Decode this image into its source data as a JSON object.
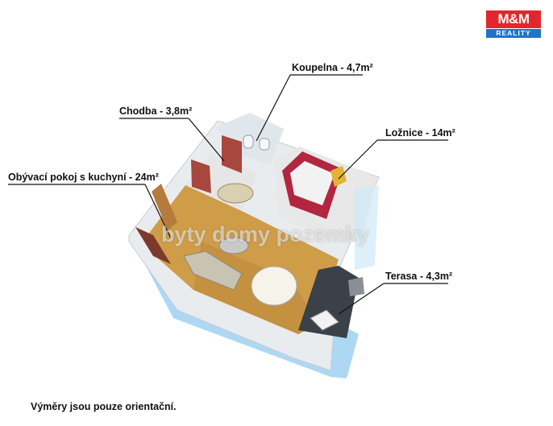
{
  "logo": {
    "brand": "M&M",
    "sub": "REALITY"
  },
  "rooms": {
    "koupelna": "Koupelna - 4,7m²",
    "chodba": "Chodba - 3,8m²",
    "loznice": "Ložnice - 14m²",
    "obyvaci": "Obývací pokoj s kuchyní - 24m²",
    "terasa": "Terasa - 4,3m²"
  },
  "watermark": "byty domy pozemky",
  "footer": "Výměry jsou pouze orientační.",
  "colors": {
    "floor": "#d0a04e",
    "wall": "#f2f2f2",
    "bed": "#b3263f",
    "logo_red": "#e3262d",
    "logo_blue": "#1f73c9"
  }
}
